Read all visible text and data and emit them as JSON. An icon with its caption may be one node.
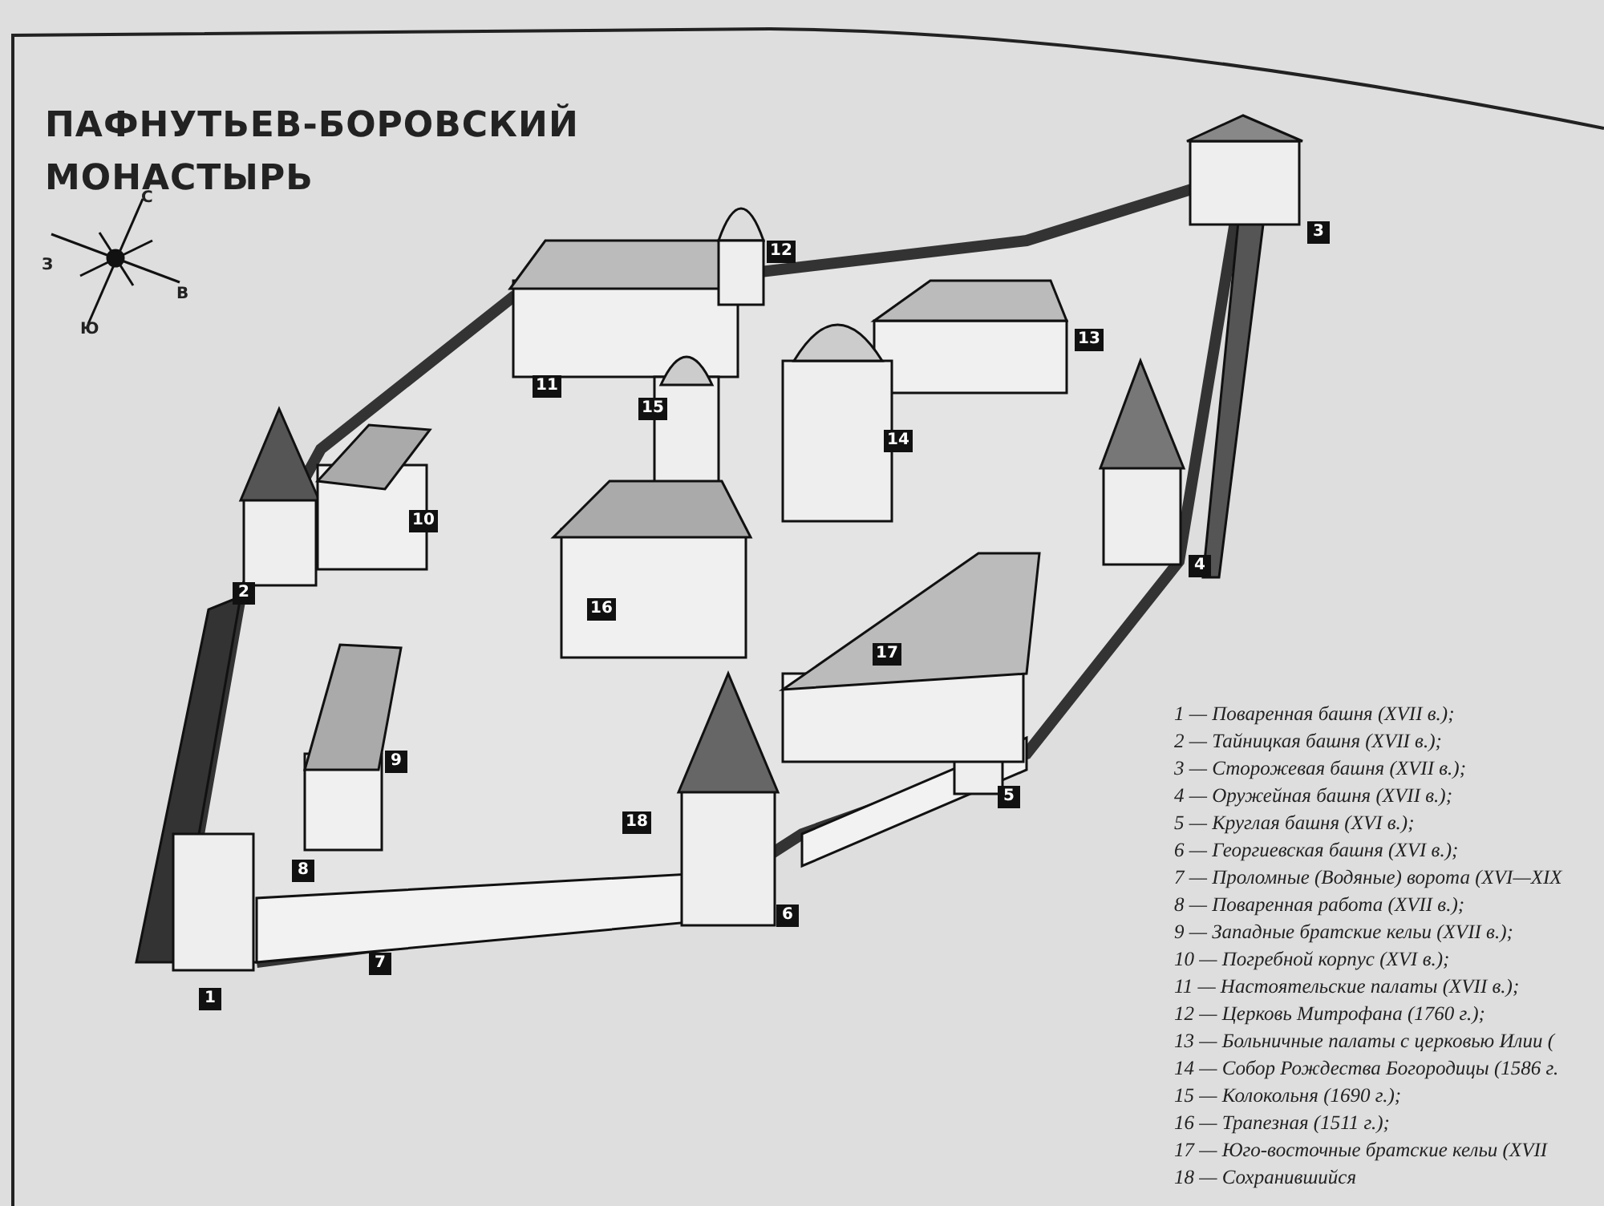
{
  "diagram": {
    "title": "ПАФНУТЬЕВ-БОРОВСКИЙ МОНАСТЫРЬ",
    "labels": [
      "С",
      "З",
      "В",
      "Ю",
      "12",
      "3",
      "11",
      "13",
      "15",
      "14",
      "10",
      "4",
      "2",
      "16",
      "17",
      "9",
      "5",
      "18",
      "8",
      "6",
      "7",
      "1",
      "1 — Поваренная башня (XVII в.);",
      "2 — Тайницкая башня (XVII в.);",
      "3 — Сторожевая башня (XVII в.);",
      "4 — Оружейная башня (XVII в.);",
      "5 — Круглая башня (XVI в.);",
      "6 — Георгиевская башня (XVI в.);",
      "7 — Проломные (Водяные) ворота (XVI—XIX",
      "8 — Поваренная работа (XVII в.);",
      "9 — Западные братские кельи (XVII в.);",
      "10 — Погребной корпус (XVI в.);",
      "11 — Настоятельские палаты (XVII в.);",
      "12 — Церковь Митрофана (1760 г.);",
      "13 — Больничные палаты с церковью Илии (",
      "14 — Собор Рождества Богородицы (1586 г.",
      "15 — Колокольня (1690 г.);",
      "16 — Трапезная (1511 г.);",
      "17 — Юго-восточные братские кельи (XVII",
      "18 — Сохранившийся"
    ]
  }
}
